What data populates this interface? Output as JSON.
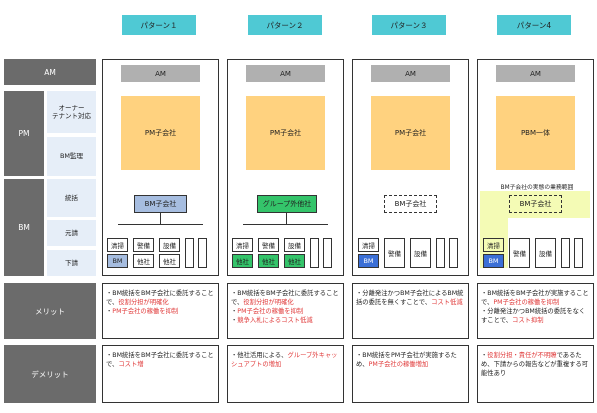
{
  "headers": [
    "パターン１",
    "パターン２",
    "パターン３",
    "パターン4"
  ],
  "rows": {
    "am": "AM",
    "pm": "PM",
    "bm": "BM",
    "merit": "メリット",
    "demerit": "デメリット"
  },
  "subrows": {
    "owner": "オーナー\nテナント対応",
    "bm_supervision": "BM監理",
    "overall": "統括",
    "prime": "元請",
    "sub": "下請"
  },
  "patterns": [
    {
      "am": "AM",
      "pm": "PM子会社",
      "bm_company": "BM子会社",
      "cells": [
        "清掃",
        "警備",
        "設備"
      ],
      "sub_cells": [
        "BM",
        "他社",
        "他社"
      ],
      "merit": [
        {
          "plain": "・BM統括をBM子会社に委託することで、",
          "red": "役割分担が明確化"
        },
        {
          "plain": "・",
          "red": "PM子会社の稼働を抑制"
        }
      ],
      "demerit": [
        {
          "plain": "・BM統括をBM子会社に委託することで、",
          "red": "コスト増"
        }
      ]
    },
    {
      "am": "AM",
      "pm": "PM子会社",
      "bm_company": "グループ外他社",
      "cells": [
        "清掃",
        "警備",
        "設備"
      ],
      "sub_cells": [
        "他社",
        "他社",
        "他社"
      ],
      "merit": [
        {
          "plain": "・BM統括をBM子会社に委託することで、",
          "red": "役割分担が明確化"
        },
        {
          "plain": "・",
          "red": "PM子会社の稼働を抑制"
        },
        {
          "plain": "・",
          "red": "競争入札によるコスト低減"
        }
      ],
      "demerit": [
        {
          "plain": "・他社活用による、",
          "red": "グループ外キャッシュアプトの増加"
        }
      ]
    },
    {
      "am": "AM",
      "pm": "PM子会社",
      "bm_company": "BM子会社",
      "cells": [
        "清掃",
        "警備",
        "設備"
      ],
      "sub_cells": [
        "BM"
      ],
      "merit": [
        {
          "plain": "・分離発注かつBM子会社によるBM統括の委託を無くすことで、",
          "red": "コスト低減"
        }
      ],
      "demerit": [
        {
          "plain": "・BM統括をPM子会社が実施するため、",
          "red": "PM子会社の稼働増加"
        }
      ]
    },
    {
      "am": "AM",
      "pm": "PBM一体",
      "bm_note": "BM子会社の実態の業務範囲",
      "bm_company": "BM子会社",
      "cells": [
        "清掃",
        "警備",
        "設備"
      ],
      "sub_cells": [
        "BM"
      ],
      "merit": [
        {
          "plain": "・BM統括をBM子会社が実施することで、",
          "red": "PM子会社の稼働を抑制"
        },
        {
          "plain": "・分離発注かつBM統括の委託をなくすことで、",
          "red": "コスト抑制"
        }
      ],
      "demerit": [
        {
          "plain": "・",
          "red": "役割分担・責任が不明瞭",
          "plain2": "であるため、下請からの報告などが重複する可能性あり"
        }
      ]
    }
  ],
  "colors": {
    "header": "#4fc9d4",
    "row_header": "#6b6b6b",
    "sub_header": "#e6eef8",
    "orange": "#ffd27f",
    "bm_blue": "#a6bde0",
    "green": "#34c46a",
    "blue": "#3b6fd6",
    "yellow": "#f4fbb5",
    "red": "#e03a3a"
  }
}
